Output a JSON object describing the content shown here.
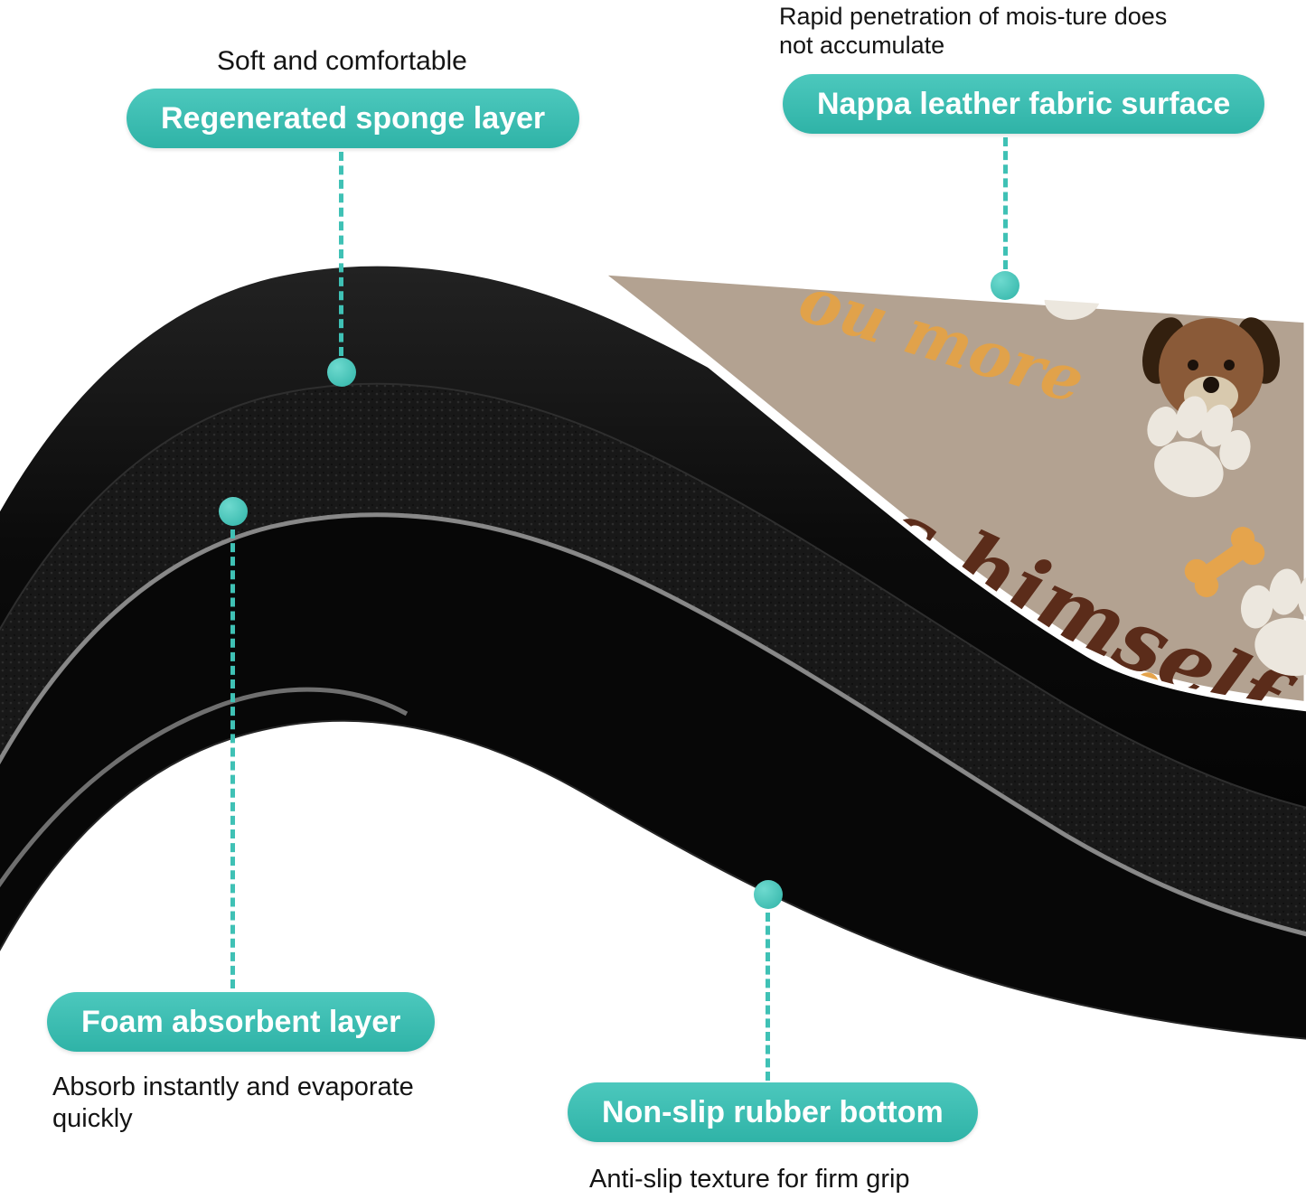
{
  "colors": {
    "accent_teal": "#3fc1b5",
    "mat_surface_tan": "#b3a291",
    "print_orange": "#e1a24a",
    "print_brown": "#5b2c1a",
    "sponge_black": "#0e0e0e",
    "foam_charcoal": "#181818",
    "rubber_black": "#070707"
  },
  "icons": {
    "leader_dot": "filled-teal-circle",
    "paw_icon": "paw-print-shape",
    "bone_icon": "dog-bone-shape",
    "dog_face_icon": "dog-face-shape"
  },
  "callouts": {
    "sponge": {
      "note": "Soft and comfortable",
      "label": "Regenerated sponge layer"
    },
    "surface": {
      "note_line1": "Rapid penetration of mois-ture does",
      "note_line2": "not accumulate",
      "label": "Nappa leather fabric surface"
    },
    "foam": {
      "label": "Foam absorbent layer",
      "note_line1": "Absorb instantly and evaporate",
      "note_line2": "quickly"
    },
    "rubber": {
      "label": "Non-slip rubber bottom",
      "note": "Anti-slip texture for firm grip"
    }
  },
  "mat_print": {
    "fragment_orange": "ou more",
    "fragment_brown": "ne loves himself"
  }
}
